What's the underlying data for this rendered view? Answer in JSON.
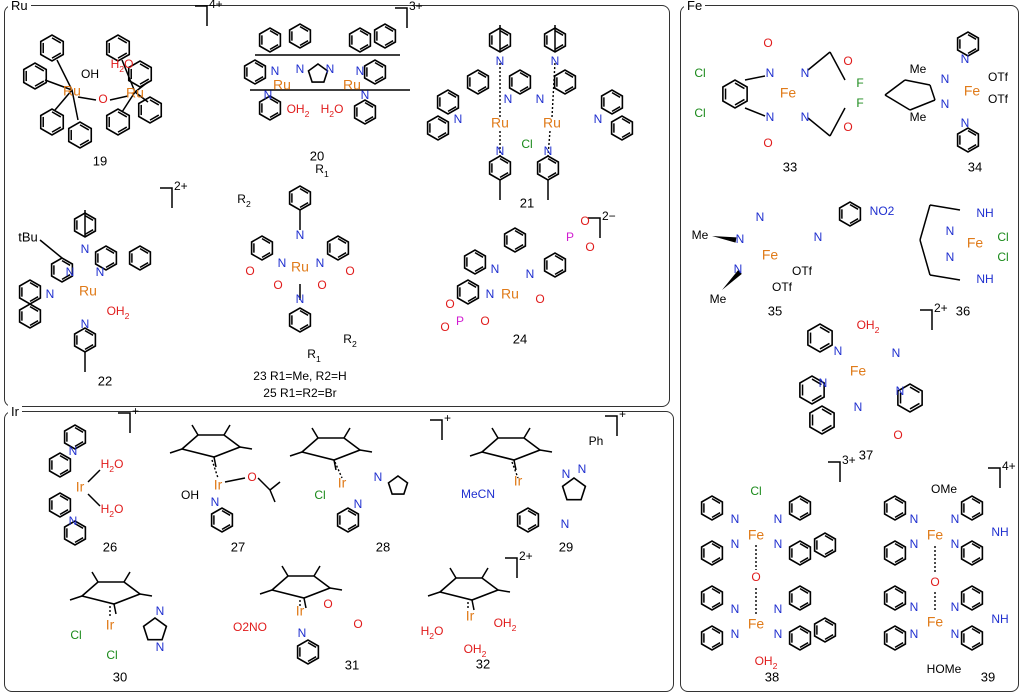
{
  "panels": {
    "ru": "Ru",
    "ir": "Ir",
    "fe": "Fe"
  },
  "colors": {
    "metal": "#e07b1a",
    "nitrogen": "#1f2fcf",
    "oxygen": "#e01b1b",
    "chlorine": "#1a8a1a",
    "fluorine": "#1a8a1a",
    "phosphorus": "#d11bd1",
    "carbon": "#000000"
  },
  "compounds": {
    "c19": {
      "num": "19",
      "charge": "4+"
    },
    "c20": {
      "num": "20",
      "charge": "3+"
    },
    "c21": {
      "num": "21"
    },
    "c22": {
      "num": "22",
      "charge": "2+",
      "sub": "tBu"
    },
    "c23": {
      "num1": "23",
      "r1a": "R",
      "r1a_sub": "1",
      "r1a_val": "=Me, R",
      "r2a_sub": "2",
      "r2a_val": "=H",
      "num2": "25",
      "r1b": "R",
      "r1b_sub": "1",
      "r1b_mid": "=R",
      "r2b_sub": "2",
      "r2b_val": "=Br"
    },
    "c24": {
      "num": "24",
      "charge": "2−"
    },
    "c26": {
      "num": "26",
      "charge": "+"
    },
    "c27": {
      "num": "27"
    },
    "c28": {
      "num": "28",
      "charge": "+"
    },
    "c29": {
      "num": "29",
      "charge": "+",
      "ligand": "MeCN",
      "sub": "Ph"
    },
    "c30": {
      "num": "30"
    },
    "c31": {
      "num": "31",
      "ligand": "O2NO"
    },
    "c32": {
      "num": "32",
      "charge": "2+"
    },
    "c33": {
      "num": "33"
    },
    "c34": {
      "num": "34"
    },
    "c35": {
      "num": "35",
      "sub": "NO2"
    },
    "c36": {
      "num": "36"
    },
    "c37": {
      "num": "37",
      "charge": "2+"
    },
    "c38": {
      "num": "38",
      "charge": "3+"
    },
    "c39": {
      "num": "39",
      "charge": "4+"
    }
  },
  "labels": {
    "ru": "Ru",
    "ir": "Ir",
    "fe": "Fe",
    "n": "N",
    "o": "O",
    "oh": "OH",
    "h2o": "H2O",
    "oh2": "OH2",
    "cl": "Cl",
    "f": "F",
    "p": "P",
    "me": "Me",
    "otf": "OTf",
    "nh": "NH",
    "ome": "OMe",
    "hoMe": "HOMe",
    "r1": "R1",
    "r2": "R2"
  }
}
